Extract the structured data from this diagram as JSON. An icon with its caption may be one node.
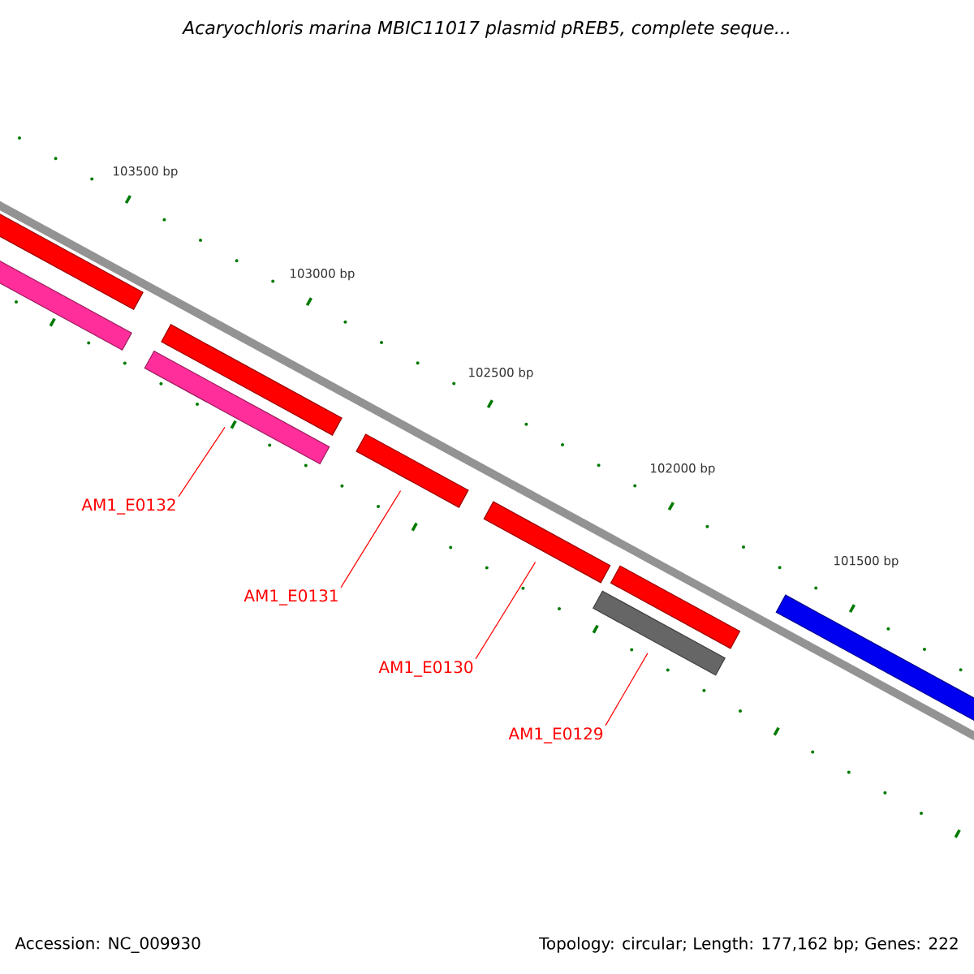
{
  "diagram": {
    "title": "Acaryochloris marina MBIC11017 plasmid pREB5, complete seque...",
    "nodes": [
      {
        "text": [],
        "shape": "bar"
      },
      {
        "text": [],
        "shape": "bar"
      },
      {
        "text": [],
        "shape": "bar"
      },
      {
        "text": [],
        "shape": "bar"
      },
      {
        "text": [],
        "shape": "bar"
      },
      {
        "text": [],
        "shape": "bar"
      },
      {
        "text": [],
        "shape": "bar"
      },
      {
        "text": [],
        "shape": "bar"
      },
      {
        "text": [],
        "shape": "bar"
      },
      {
        "text": [
          "AM1_E0132"
        ]
      },
      {
        "text": [
          "AM1_E0131"
        ]
      },
      {
        "text": [
          "AM1_E0130"
        ]
      },
      {
        "text": [
          "AM1_E0129"
        ]
      }
    ],
    "edges": [
      {
        "from": 9,
        "to": 3,
        "arrow": "none"
      },
      {
        "from": 10,
        "to": 4,
        "arrow": "none"
      },
      {
        "from": 11,
        "to": 5,
        "arrow": "none"
      },
      {
        "from": 12,
        "to": 7,
        "arrow": "none"
      }
    ],
    "labels": [
      "103500 bp",
      "103000 bp",
      "102500 bp",
      "102000 bp",
      "101500 bp",
      "Accession: NC_009930",
      "Topology: circular; Length: 177,162 bp; Genes: 222"
    ]
  }
}
